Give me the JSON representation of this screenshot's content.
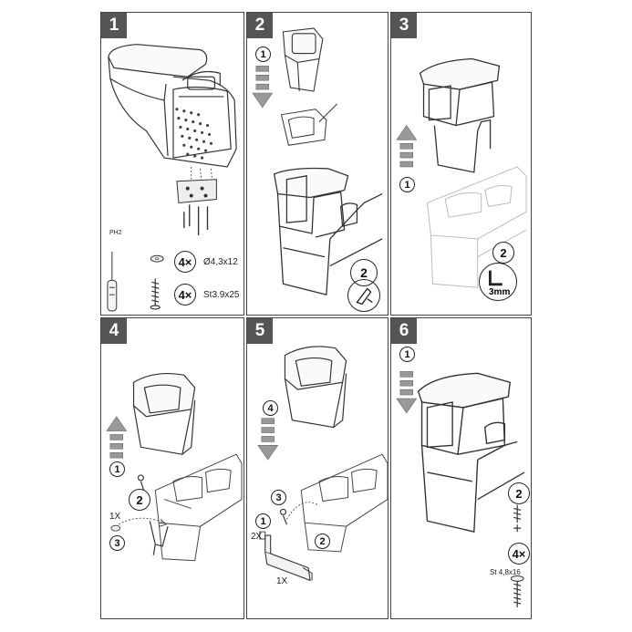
{
  "panels": [
    {
      "number": "1"
    },
    {
      "number": "2"
    },
    {
      "number": "3"
    },
    {
      "number": "4"
    },
    {
      "number": "5"
    },
    {
      "number": "6"
    }
  ],
  "step1": {
    "driver_label": "PH2",
    "washer_qty": "4×",
    "washer_spec": "Ø4,3x12",
    "screw_qty": "4×",
    "screw_spec": "St3.9x25"
  },
  "step2": {
    "arrow_step": "1",
    "callout_step": "2"
  },
  "step3": {
    "arrow_step": "1",
    "callout_step": "2",
    "wrench_size": "3mm"
  },
  "step4": {
    "arrow_step": "1",
    "screw_step": "2",
    "qty_label": "1X",
    "clip_step": "3"
  },
  "step5": {
    "arrow_step": "4",
    "screw_step": "3",
    "bracket_step": "1",
    "bracket_qty": "2X",
    "lower_qty": "1X",
    "connector_step": "2"
  },
  "step6": {
    "arrow_step": "1",
    "screw_step": "2",
    "screw_qty": "4×",
    "screw_spec": "St 4,8x16"
  }
}
